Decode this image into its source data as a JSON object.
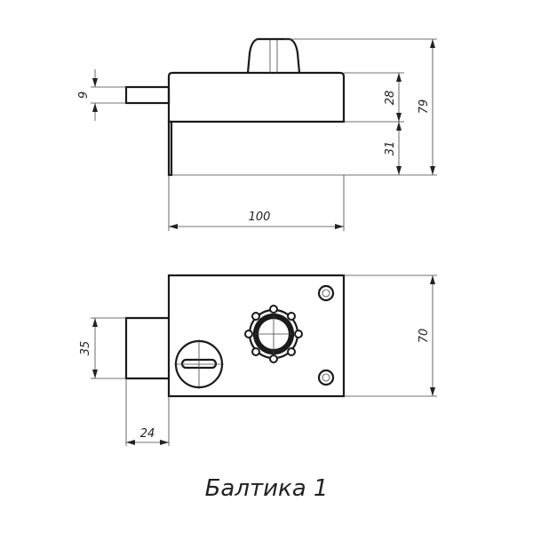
{
  "dimensions": {
    "bolt_height": "9",
    "upper_height": "28",
    "lower_height": "31",
    "total_height": "79",
    "width": "100",
    "bolt_width": "35",
    "body_height": "70",
    "bolt_length": "24"
  },
  "caption": "Балтика 1"
}
